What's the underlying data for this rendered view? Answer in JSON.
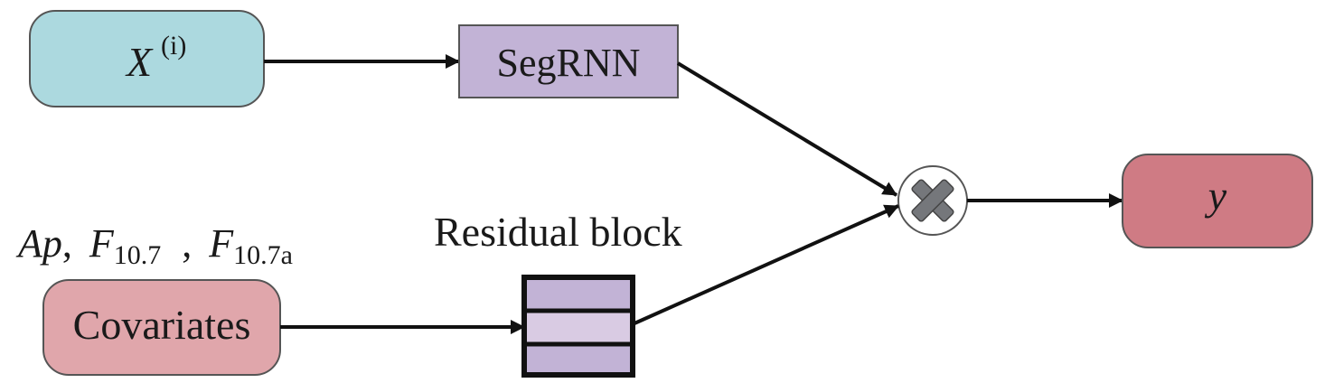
{
  "nodes": {
    "input": {
      "base": "X",
      "sup": "(i)",
      "color": "#acd9df"
    },
    "segrnn": {
      "label": "SegRNN",
      "color": "#c2b3d6"
    },
    "multiply": {
      "icon": "multiply-icon",
      "color": "#75777b"
    },
    "output": {
      "label": "y",
      "color": "#cf7b84"
    },
    "covariates": {
      "label": "Covariates",
      "color": "#e0a6ab"
    },
    "residual": {
      "label": "Residual block",
      "color_outer": "#c2b3d6",
      "color_inner": "#d9cbe3"
    }
  },
  "covariate_list": {
    "ap": "Ap",
    "sep1": ",",
    "f1_base": "F",
    "f1_sub": "10.7",
    "sep2": ",",
    "f2_base": "F",
    "f2_sub": "10.7a"
  }
}
